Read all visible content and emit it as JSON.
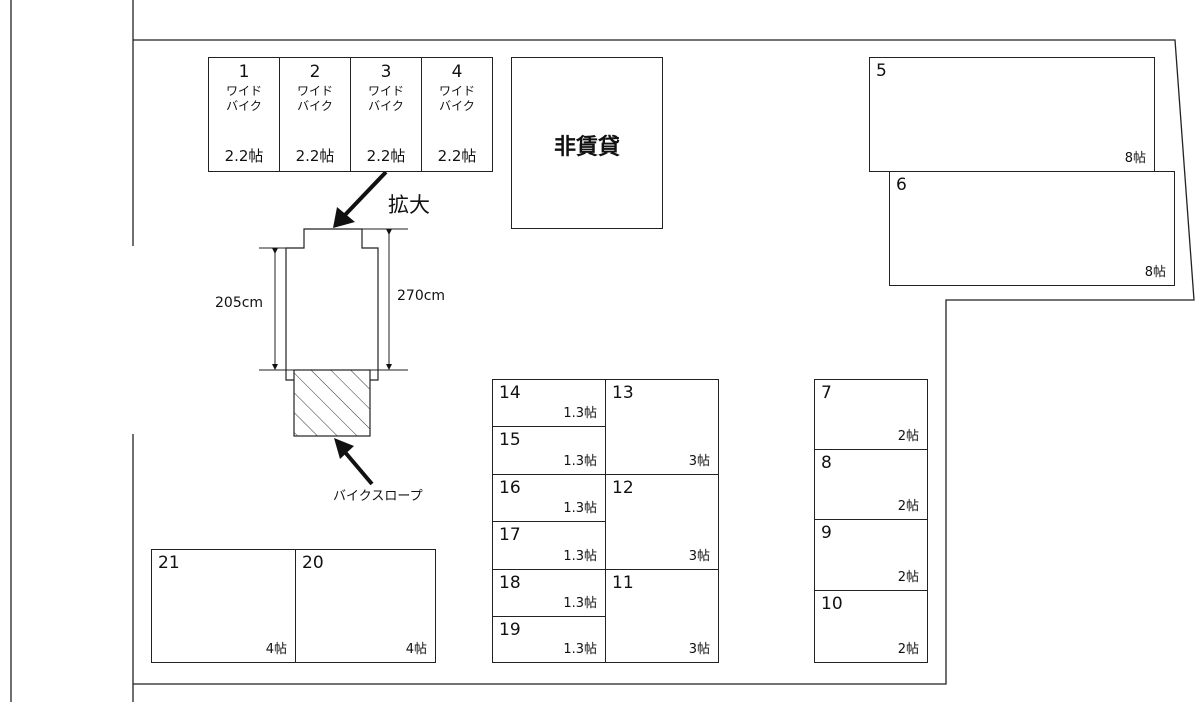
{
  "diagram": {
    "non_rental_label": "非賃貸",
    "enlarge_label": "拡大",
    "bike_slope_label": "バイクスロープ",
    "dim_inner": "205cm",
    "dim_outer": "270cm",
    "wide_units": [
      {
        "number": "1",
        "type_line1": "ワイド",
        "type_line2": "バイク",
        "size": "2.2帖"
      },
      {
        "number": "2",
        "type_line1": "ワイド",
        "type_line2": "バイク",
        "size": "2.2帖"
      },
      {
        "number": "3",
        "type_line1": "ワイド",
        "type_line2": "バイク",
        "size": "2.2帖"
      },
      {
        "number": "4",
        "type_line1": "ワイド",
        "type_line2": "バイク",
        "size": "2.2帖"
      }
    ],
    "units": [
      {
        "number": "5",
        "size": "8帖"
      },
      {
        "number": "6",
        "size": "8帖"
      },
      {
        "number": "7",
        "size": "2帖"
      },
      {
        "number": "8",
        "size": "2帖"
      },
      {
        "number": "9",
        "size": "2帖"
      },
      {
        "number": "10",
        "size": "2帖"
      },
      {
        "number": "11",
        "size": "3帖"
      },
      {
        "number": "12",
        "size": "3帖"
      },
      {
        "number": "13",
        "size": "3帖"
      },
      {
        "number": "14",
        "size": "1.3帖"
      },
      {
        "number": "15",
        "size": "1.3帖"
      },
      {
        "number": "16",
        "size": "1.3帖"
      },
      {
        "number": "17",
        "size": "1.3帖"
      },
      {
        "number": "18",
        "size": "1.3帖"
      },
      {
        "number": "19",
        "size": "1.3帖"
      },
      {
        "number": "20",
        "size": "4帖"
      },
      {
        "number": "21",
        "size": "4帖"
      }
    ]
  }
}
